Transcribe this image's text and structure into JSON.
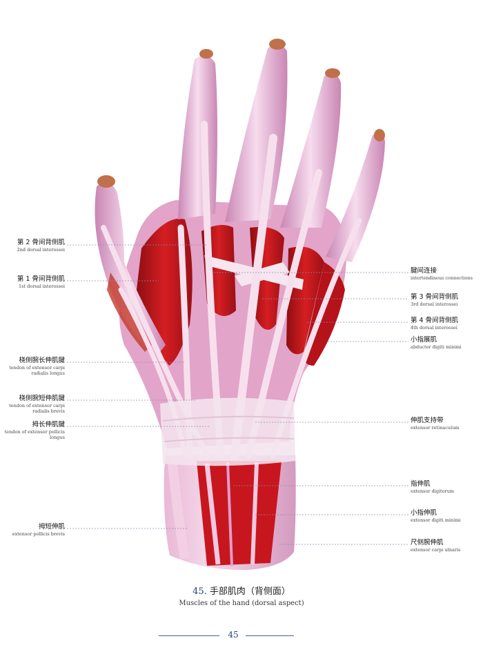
{
  "labels": {
    "left": [
      {
        "id": "l1",
        "zh": "第 2 骨间背侧肌",
        "en": "2nd dorsal interossei"
      },
      {
        "id": "l2",
        "zh": "第 1 骨间背侧肌",
        "en": "1st dorsal interossei"
      },
      {
        "id": "l3",
        "zh": "桡侧腕长伸肌腱",
        "en": "tendon of extensor carpi radialis longus"
      },
      {
        "id": "l4",
        "zh": "桡侧腕短伸肌腱",
        "en": "tendon of extensor carpi radialis brevis"
      },
      {
        "id": "l5",
        "zh": "拇长伸肌腱",
        "en": "tendon of extensor pollicis longus"
      },
      {
        "id": "l6",
        "zh": "拇短伸肌",
        "en": "extensor pollicis brevis"
      }
    ],
    "right": [
      {
        "id": "r1",
        "zh": "腱间连接",
        "en": "intertendinous connections"
      },
      {
        "id": "r2",
        "zh": "第 3 骨间背侧肌",
        "en": "3rd dorsal interossei"
      },
      {
        "id": "r3",
        "zh": "第 4 骨间背侧肌",
        "en": "4th dorsal interossei"
      },
      {
        "id": "r4",
        "zh": "小指展肌",
        "en": "abductor digiti minimi"
      },
      {
        "id": "r5",
        "zh": "伸肌支持带",
        "en": "extensor retinaculum"
      },
      {
        "id": "r6",
        "zh": "指伸肌",
        "en": "extensor digitorum"
      },
      {
        "id": "r7",
        "zh": "小指伸肌",
        "en": "extensor digiti minimi"
      },
      {
        "id": "r8",
        "zh": "尺侧腕伸肌",
        "en": "extensor carpi ulnaris"
      }
    ]
  },
  "caption": {
    "number": "45.",
    "title_zh": "手部肌肉（背侧面）",
    "title_en": "Muscles of the hand (dorsal aspect)"
  },
  "page_number": "45",
  "colors": {
    "muscle": "#c8161e",
    "tendon": "#f0c8e0",
    "skin": "#e8a8cc",
    "retinaculum": "#f4e4ee",
    "leader": "#8a8fb0",
    "nail": "#c0704a"
  }
}
